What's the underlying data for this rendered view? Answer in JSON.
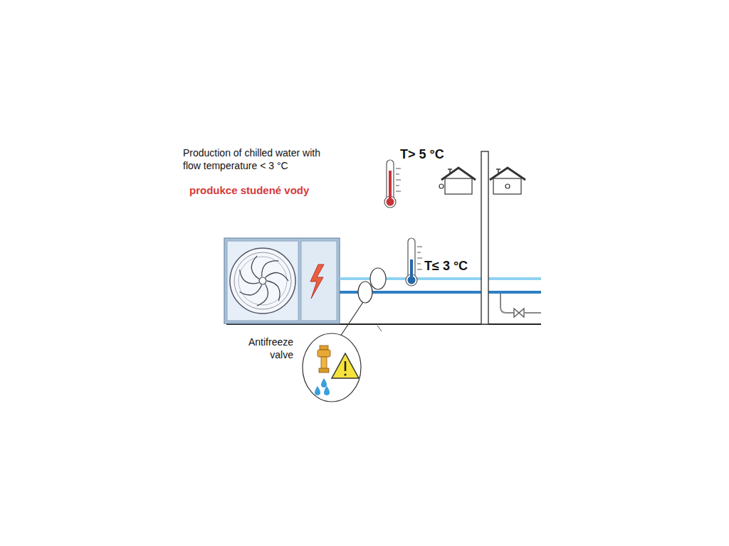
{
  "diagram": {
    "labels": [
      "Production of chilled water with flow temperature < 3 °C",
      "produkce studené vody",
      "T> 5 °C",
      "T≤ 3 °C",
      "Antifreeze valve"
    ]
  }
}
